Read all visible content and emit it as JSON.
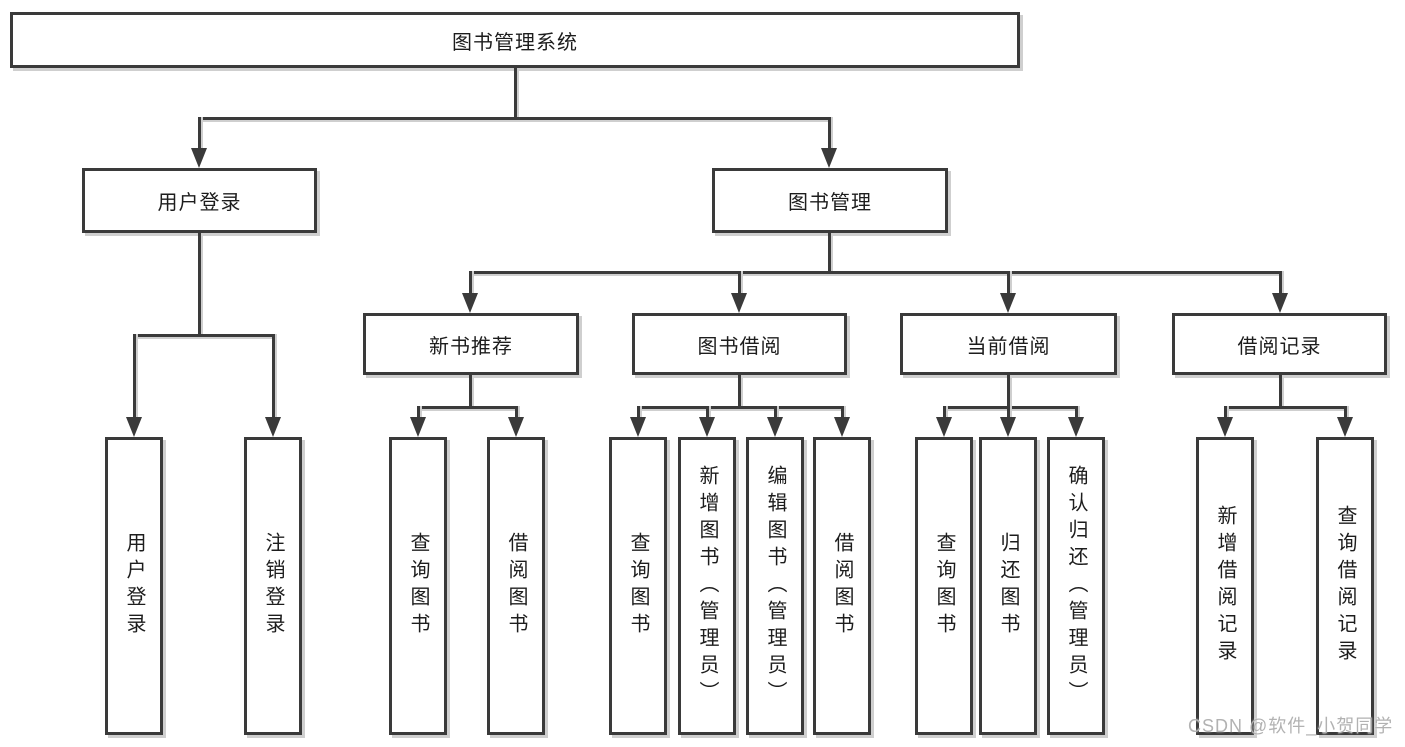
{
  "tree": {
    "root": "图书管理系统",
    "branches": [
      {
        "label": "用户登录",
        "children": [
          "用户登录",
          "注销登录"
        ]
      },
      {
        "label": "图书管理",
        "groups": [
          {
            "label": "新书推荐",
            "children": [
              "查询图书",
              "借阅图书"
            ]
          },
          {
            "label": "图书借阅",
            "children": [
              "查询图书",
              "新增图书（管理员）",
              "编辑图书（管理员）",
              "借阅图书"
            ]
          },
          {
            "label": "当前借阅",
            "children": [
              "查询图书",
              "归还图书",
              "确认归还（管理员）"
            ]
          },
          {
            "label": "借阅记录",
            "children": [
              "新增借阅记录",
              "查询借阅记录"
            ]
          }
        ]
      }
    ]
  },
  "watermark": {
    "text": "CSDN @软件_小贺同学"
  },
  "colors": {
    "line": "#3a3a3a",
    "border": "#3a3a3a",
    "text": "#1d1d1d",
    "bg": "#ffffff",
    "shadow": "#cfcfcf",
    "watermark": "#b2b2b2"
  }
}
